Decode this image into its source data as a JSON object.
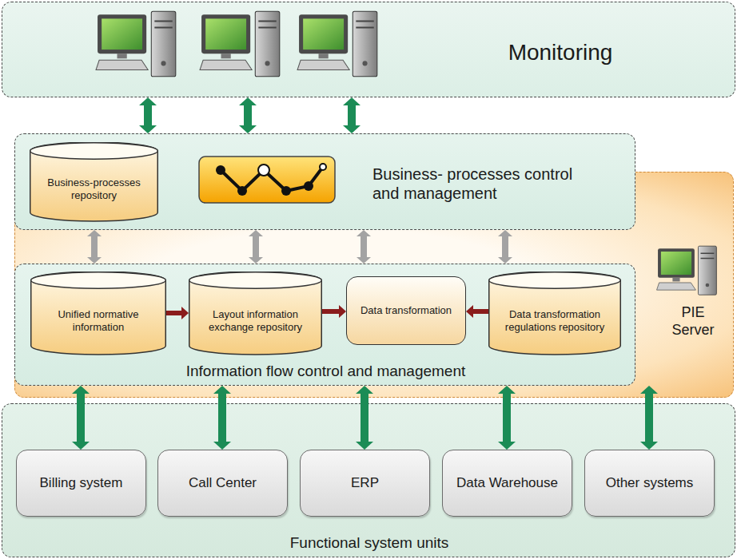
{
  "diagram": {
    "nodes": [
      {
        "text": [
          "Monitoring"
        ]
      },
      {
        "text": [
          "Business- processes control and management"
        ]
      },
      {
        "text": [
          "Business-processes repository"
        ],
        "in": 1
      },
      {
        "text": [
          "PIE Server"
        ]
      },
      {
        "text": [
          "Information flow control and management"
        ],
        "in": 3
      },
      {
        "text": [
          "Unified normative information"
        ],
        "in": 4
      },
      {
        "text": [
          "Layout information exchange repository"
        ],
        "in": 4
      },
      {
        "text": [
          "Data transformation"
        ],
        "in": 4
      },
      {
        "text": [
          "Data transformation regulations repository"
        ],
        "in": 4
      },
      {
        "text": [
          "Functional system units"
        ]
      },
      {
        "text": [
          "Billing system"
        ],
        "in": 9
      },
      {
        "text": [
          "Call Center"
        ],
        "in": 9
      },
      {
        "text": [
          "ERP"
        ],
        "in": 9
      },
      {
        "text": [
          "Data Warehouse"
        ],
        "in": 9
      },
      {
        "text": [
          "Other systems"
        ],
        "in": 9
      }
    ],
    "edges": [
      {
        "from": 0,
        "to": 1,
        "arrow": "both"
      },
      {
        "from": 0,
        "to": 1,
        "arrow": "both"
      },
      {
        "from": 0,
        "to": 1,
        "arrow": "both"
      },
      {
        "from": 1,
        "to": 4,
        "arrow": "both"
      },
      {
        "from": 1,
        "to": 4,
        "arrow": "both"
      },
      {
        "from": 1,
        "to": 4,
        "arrow": "both"
      },
      {
        "from": 1,
        "to": 4,
        "arrow": "both"
      },
      {
        "from": 5,
        "to": 6,
        "arrow": "to"
      },
      {
        "from": 6,
        "to": 7,
        "arrow": "to"
      },
      {
        "from": 8,
        "to": 7,
        "arrow": "to"
      },
      {
        "from": 4,
        "to": 10,
        "arrow": "both"
      },
      {
        "from": 4,
        "to": 11,
        "arrow": "both"
      },
      {
        "from": 4,
        "to": 12,
        "arrow": "both"
      },
      {
        "from": 4,
        "to": 13,
        "arrow": "both"
      },
      {
        "from": 4,
        "to": 14,
        "arrow": "both"
      }
    ]
  }
}
